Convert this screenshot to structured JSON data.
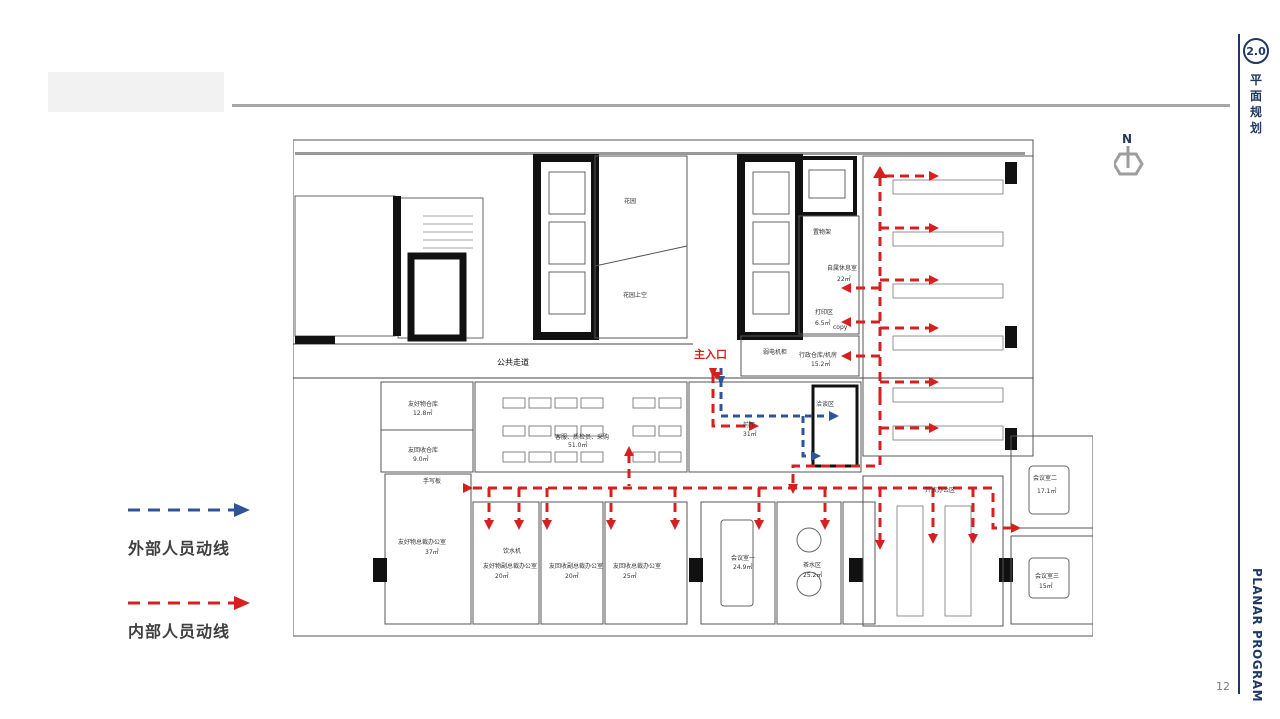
{
  "slide": {
    "section_number": "2.0",
    "section_title": "平面规划",
    "side_label": "PLANAR PROGRAM",
    "page_number": "12"
  },
  "legend": {
    "external_flow": "外部人员动线",
    "internal_flow": "内部人员动线",
    "external_color": "#2f5597",
    "internal_color": "#d62020"
  },
  "plan": {
    "north": "N",
    "main_entrance": "主入口",
    "corridor": "公共走道",
    "garden": "花园",
    "garden_void": "花园上空",
    "storage_room": "置物架",
    "self_service": "自属休息室",
    "self_service_area": "22㎡",
    "print_area": "打印区",
    "print_area_size": "6.5㎡",
    "copy": "copy",
    "admin_room": "行政仓库/机房",
    "admin_room_size": "15.2㎡",
    "weak_room": "弱电机柜",
    "warehouse_1": "友好物仓库",
    "warehouse_1_size": "12.8㎡",
    "warehouse_2": "友回收仓库",
    "warehouse_2_size": "9.0㎡",
    "open_area_1": "客服、质检员、采购",
    "open_area_1_size": "51.0㎡",
    "reception": "前厅",
    "reception_size": "31㎡",
    "negotiation": "洽谈区",
    "office_gm": "友好物总裁办公室",
    "office_gm_size": "37㎡",
    "office_2": "友好物副总裁办公室",
    "office_2_size": "20㎡",
    "office_3": "友回收副总裁办公室",
    "office_3_size": "20㎡",
    "office_4": "友回收总裁办公室",
    "office_4_size": "25㎡",
    "meeting_1": "会议室一",
    "meeting_1_size": "24.9㎡",
    "tea_area": "茶水区",
    "tea_area_size": "25.2㎡",
    "meeting_2": "会议室二",
    "meeting_2_size": "17.1㎡",
    "meeting_3": "会议室三",
    "meeting_3_size": "15㎡",
    "open_office": "开放办公区",
    "water": "饮水机",
    "phone": "手写板"
  }
}
